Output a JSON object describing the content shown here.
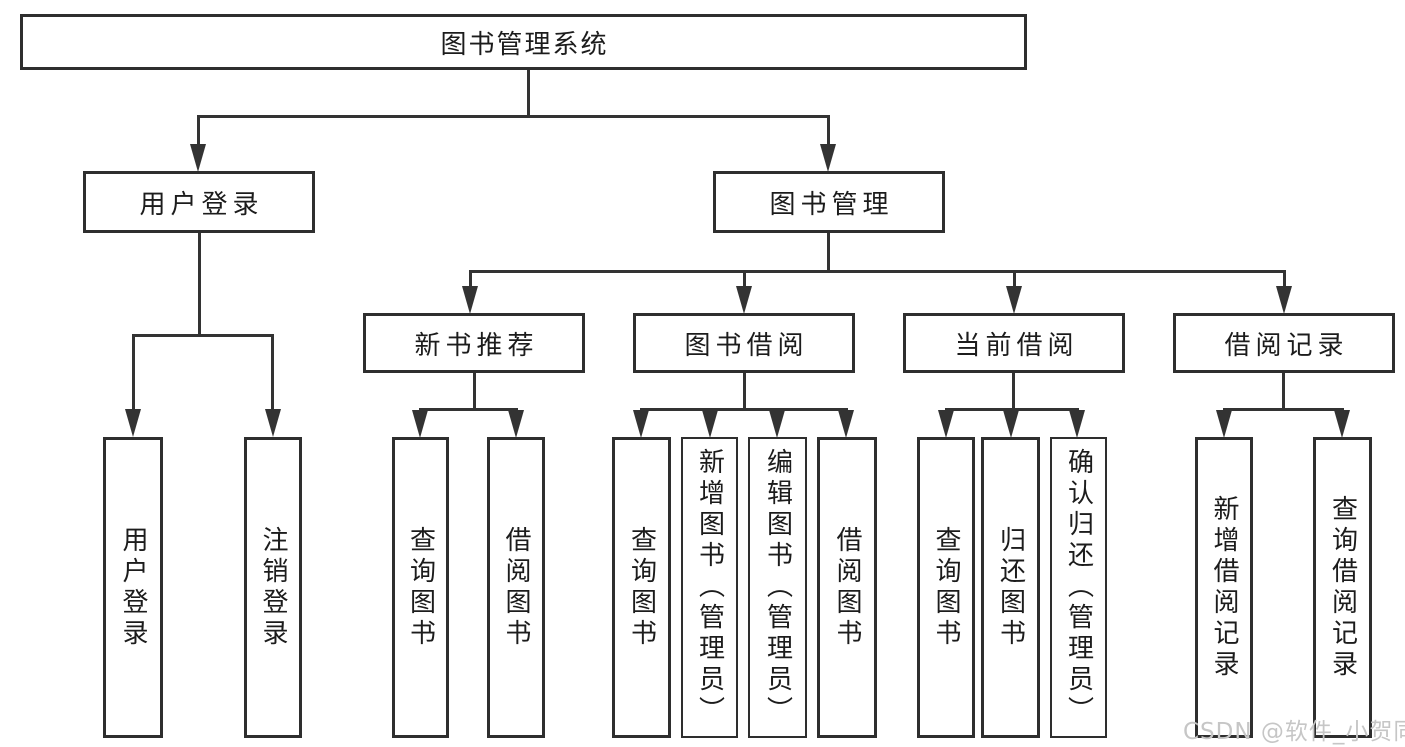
{
  "diagram": {
    "title": "图书管理系统",
    "level2": {
      "user_login": "用户登录",
      "book_mgmt": "图书管理"
    },
    "level3": {
      "new_books": "新书推荐",
      "book_borrow": "图书借阅",
      "current_borrow": "当前借阅",
      "borrow_records": "借阅记录"
    },
    "leaves": {
      "user_login": [
        "用户登录",
        "注销登录"
      ],
      "new_books": [
        "查询图书",
        "借阅图书"
      ],
      "book_borrow": [
        "查询图书",
        "新增图书（管理员）",
        "编辑图书（管理员）",
        "借阅图书"
      ],
      "current_borrow": [
        "查询图书",
        "归还图书",
        "确认归还（管理员）"
      ],
      "borrow_records": [
        "新增借阅记录",
        "查询借阅记录"
      ]
    }
  },
  "watermark": "CSDN @软件_小贺同学",
  "colors": {
    "line": "#333333",
    "border": "#2e2e2e",
    "text": "#1c1c1c",
    "watermark": "#c6c6c6",
    "background": "#ffffff"
  }
}
